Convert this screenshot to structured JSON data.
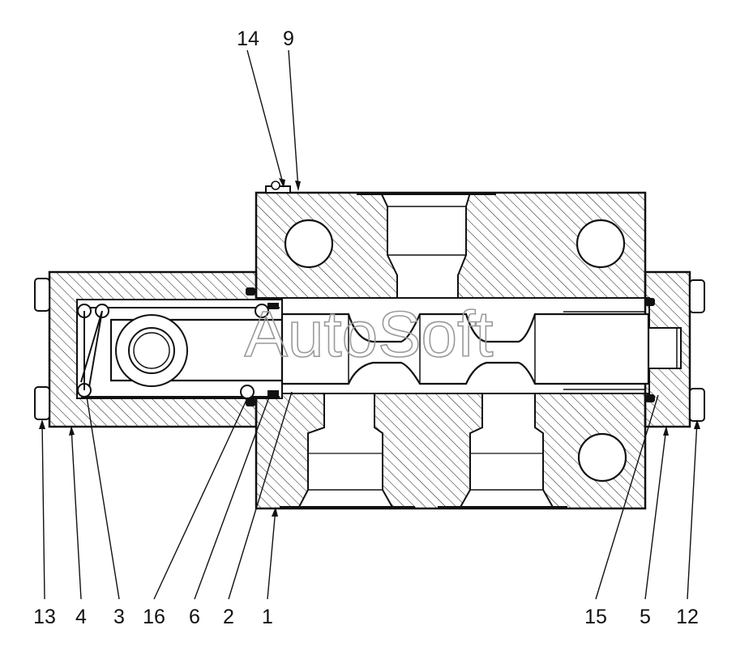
{
  "callouts": [
    "14",
    "9",
    "13",
    "4",
    "3",
    "16",
    "6",
    "2",
    "1",
    "15",
    "5",
    "12"
  ],
  "watermark": "AutoSoft"
}
